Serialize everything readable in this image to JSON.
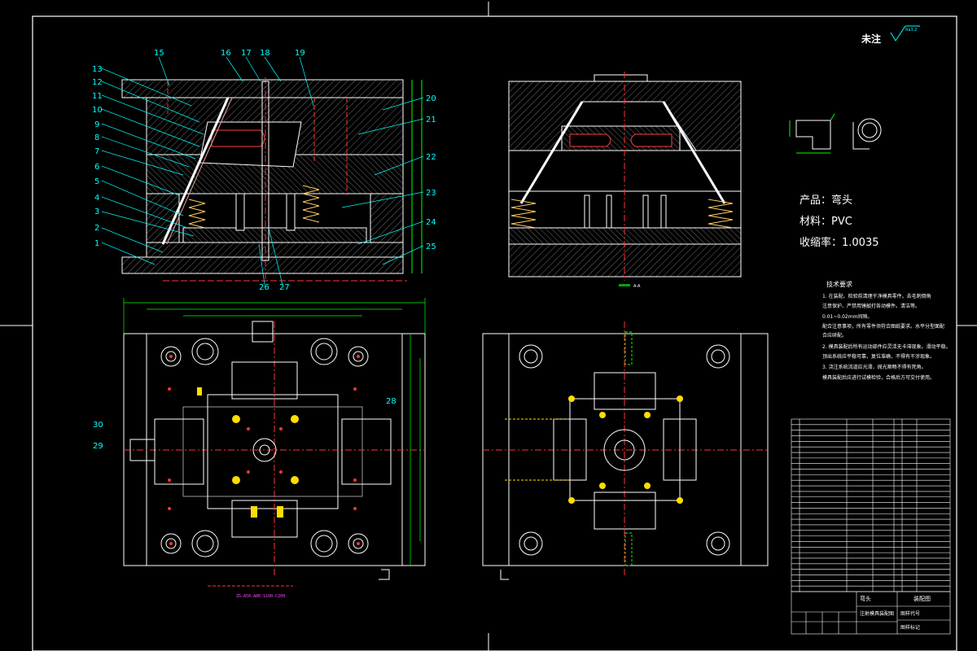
{
  "drawing": {
    "surface_note": {
      "prefix": "未注",
      "roughness": "Ra3.2"
    },
    "product_info": {
      "product": "产品：弯头",
      "material": "材料：PVC",
      "shrinkage": "收缩率：1.0035"
    },
    "tech_requirements": {
      "title": "技术要求",
      "lines": [
        "1. 在装配、检验前清理干净模具零件。去毛刺倒角",
        "注意保护、严禁用锤敲打各动模件。清洁等。",
        "0.01~0.02mm间隙。",
        "配合注意事项，所有零件须符合图纸要求。水平分型面配",
        "合应研配。",
        "2. 模具装配后所有运动部件应灵活无卡滞现象。滑动平稳。",
        "顶出系统应平稳可靠，复位准确，不得有干涉现象。",
        "3. 浇注系统流道应光滑，抛光顺畅不得有死角。",
        "模具装配后应进行试模检验，合格后方可交付使用。"
      ]
    },
    "balloons": [
      "1",
      "2",
      "3",
      "4",
      "5",
      "6",
      "7",
      "8",
      "9",
      "10",
      "11",
      "12",
      "13",
      "15",
      "16",
      "17",
      "18",
      "19",
      "20",
      "21",
      "22",
      "23",
      "24",
      "25",
      "26",
      "27",
      "28",
      "29",
      "30"
    ],
    "dim_note": "ZG-A50-A80-S100-C200",
    "title_block": {
      "name1": "弯头",
      "name2": "注射模具装配图",
      "label1": "装配图",
      "label2": "图样代号",
      "label3": "图样标记"
    },
    "bom_rows": 31,
    "section_label": "A-A"
  }
}
